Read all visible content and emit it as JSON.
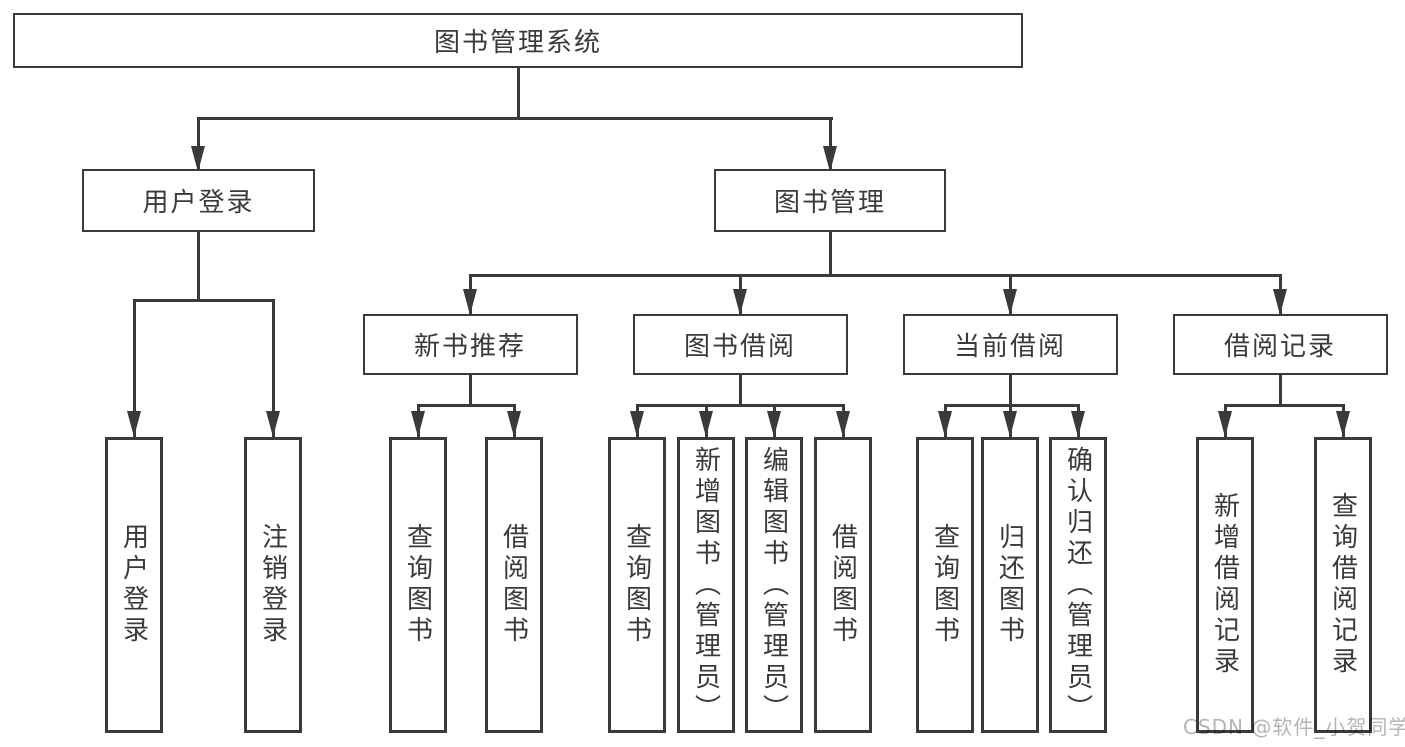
{
  "colors": {
    "line": "#3a3a3a",
    "text": "#3a3a3a",
    "watermark": "#b5b5b5",
    "background": "#ffffff"
  },
  "watermark": "CSDN @软件_小贺同学",
  "tree": {
    "root": "图书管理系统",
    "branches": [
      {
        "label": "用户登录",
        "children": [
          "用户登录",
          "注销登录"
        ]
      },
      {
        "label": "图书管理",
        "groups": [
          {
            "label": "新书推荐",
            "children": [
              "查询图书",
              "借阅图书"
            ]
          },
          {
            "label": "图书借阅",
            "children": [
              "查询图书",
              "新增图书（管理员）",
              "编辑图书（管理员）",
              "借阅图书"
            ]
          },
          {
            "label": "当前借阅",
            "children": [
              "查询图书",
              "归还图书",
              "确认归还（管理员）"
            ]
          },
          {
            "label": "借阅记录",
            "children": [
              "新增借阅记录",
              "查询借阅记录"
            ]
          }
        ]
      }
    ]
  }
}
